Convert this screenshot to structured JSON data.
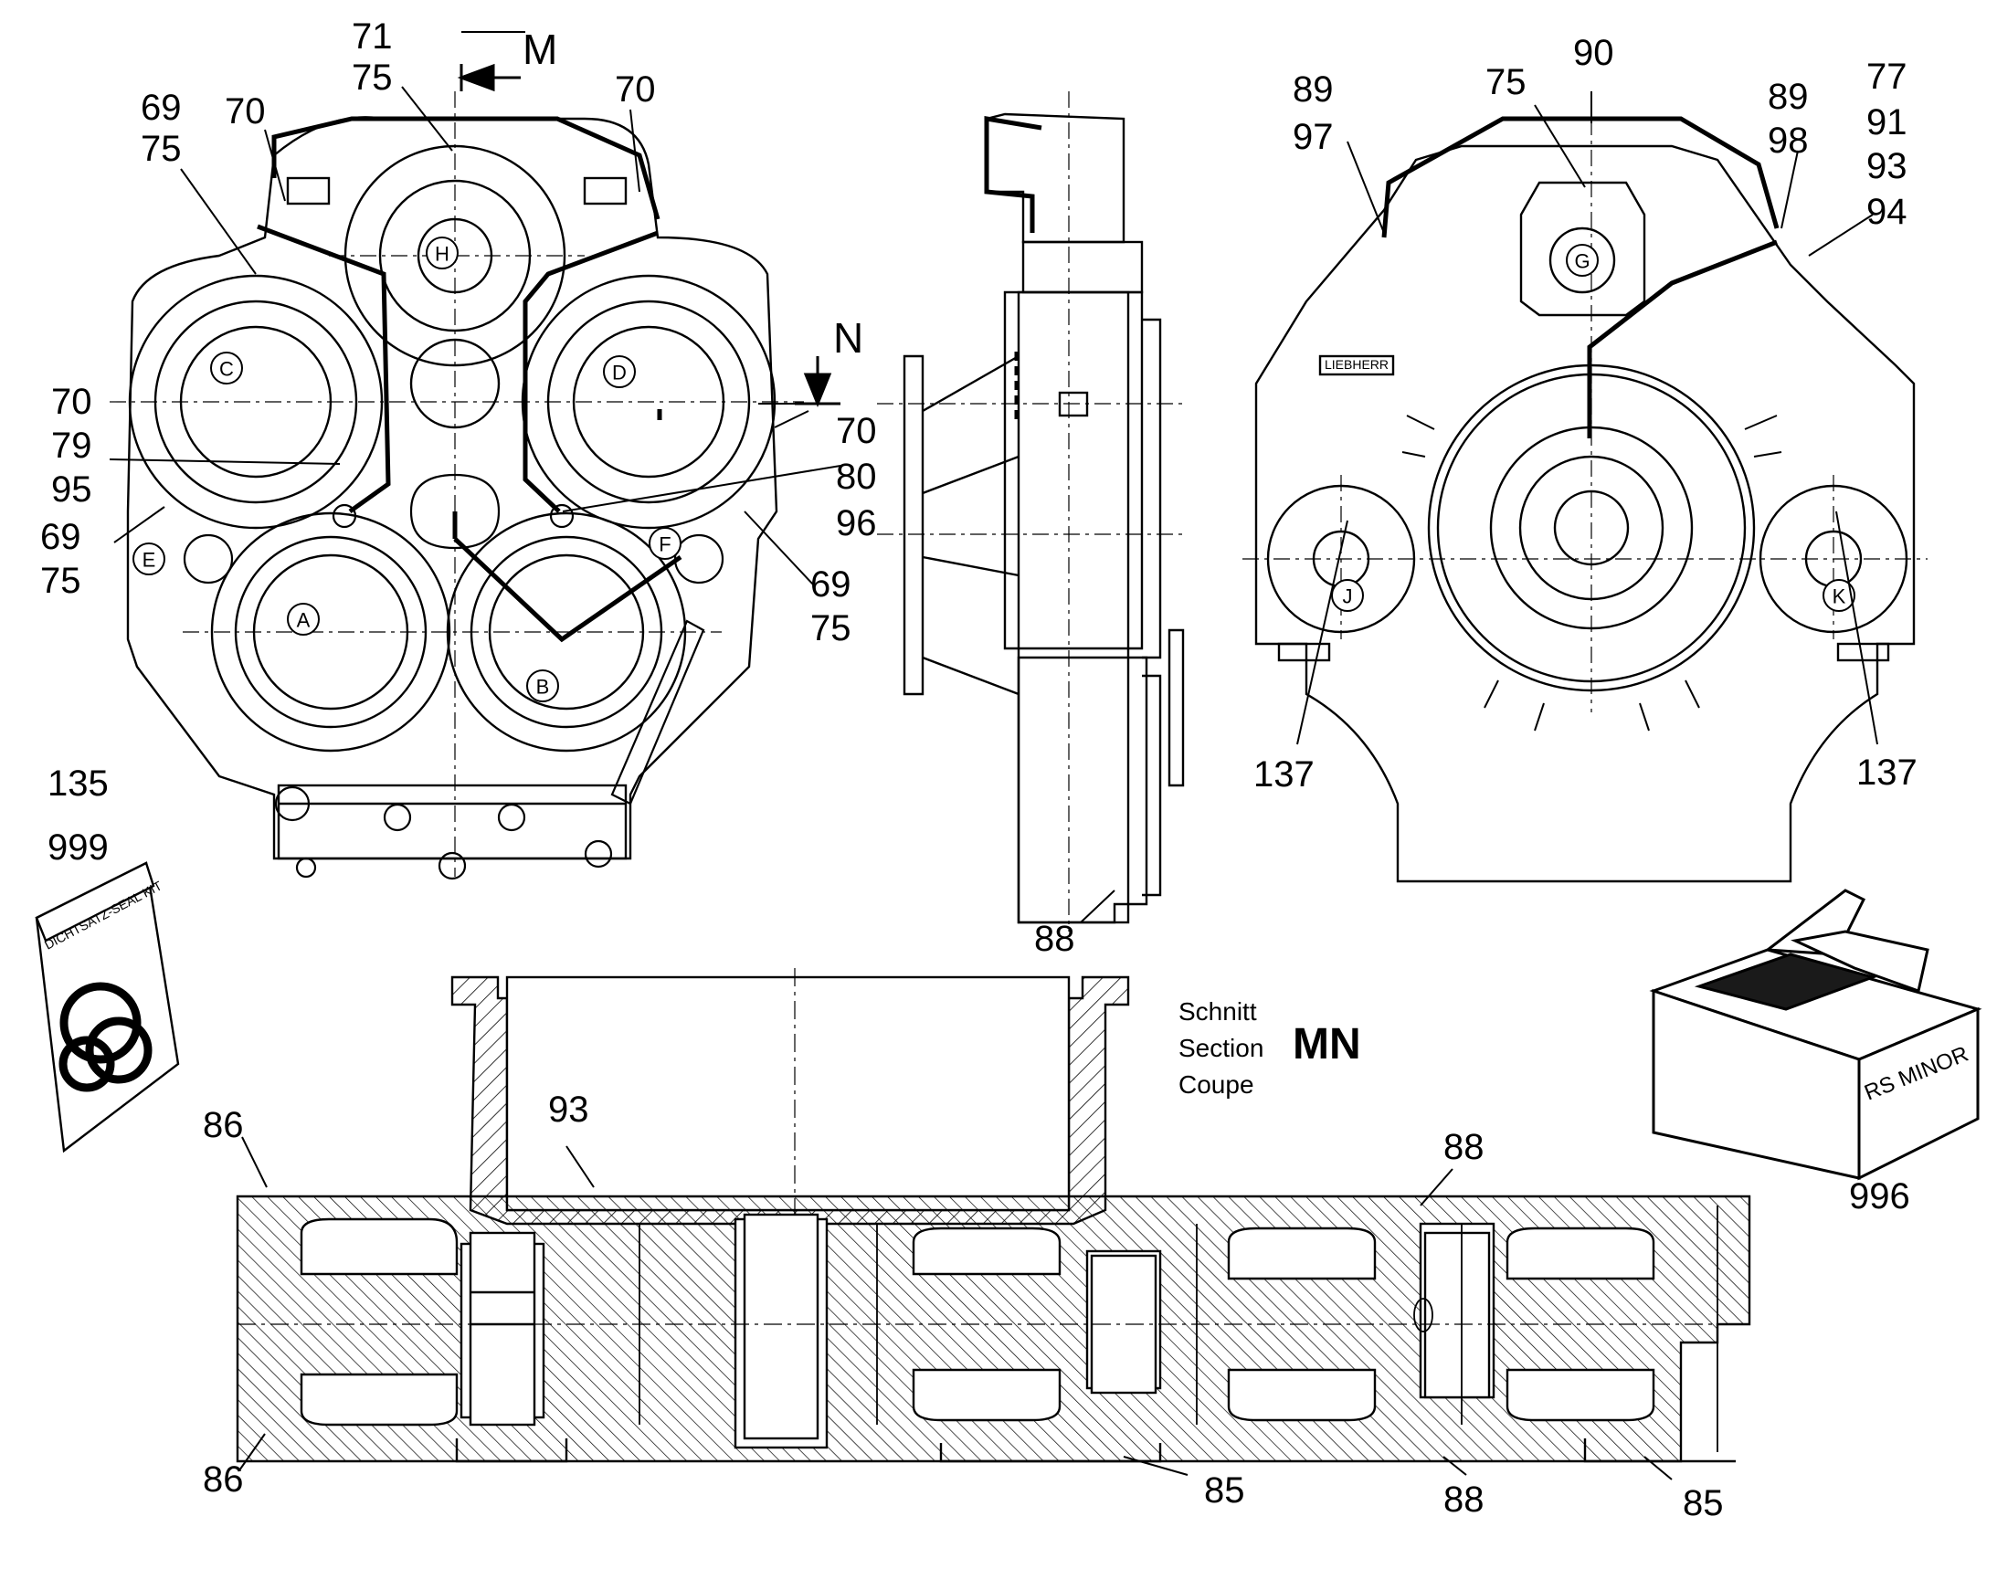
{
  "views": {
    "section_markers": [
      "M",
      "N"
    ],
    "front_view_left": {
      "gear_letters": [
        "H",
        "C",
        "D",
        "E",
        "F",
        "A",
        "B"
      ],
      "callouts": [
        "71",
        "75",
        "70",
        "69",
        "75",
        "70",
        "70",
        "79",
        "95",
        "69",
        "75",
        "70",
        "80",
        "96",
        "69",
        "75"
      ]
    },
    "side_view": {
      "callouts": [
        "88"
      ]
    },
    "rear_view": {
      "gear_letters": [
        "G",
        "J",
        "K"
      ],
      "brand_plate": "LIEBHERR",
      "callouts": [
        "89",
        "97",
        "75",
        "90",
        "89",
        "98",
        "77",
        "91",
        "93",
        "94",
        "137",
        "137"
      ]
    }
  },
  "kit": {
    "callouts": [
      "135",
      "999"
    ],
    "bag_text": "DICHTSATZ-SEAL KIT"
  },
  "box": {
    "label": "RS MINOR",
    "callout": "996"
  },
  "section": {
    "title_lines": [
      "Schnitt",
      "Section",
      "Coupe"
    ],
    "title_code": "MN",
    "callouts": [
      "93",
      "86",
      "88",
      "86",
      "85",
      "88",
      "85"
    ]
  }
}
